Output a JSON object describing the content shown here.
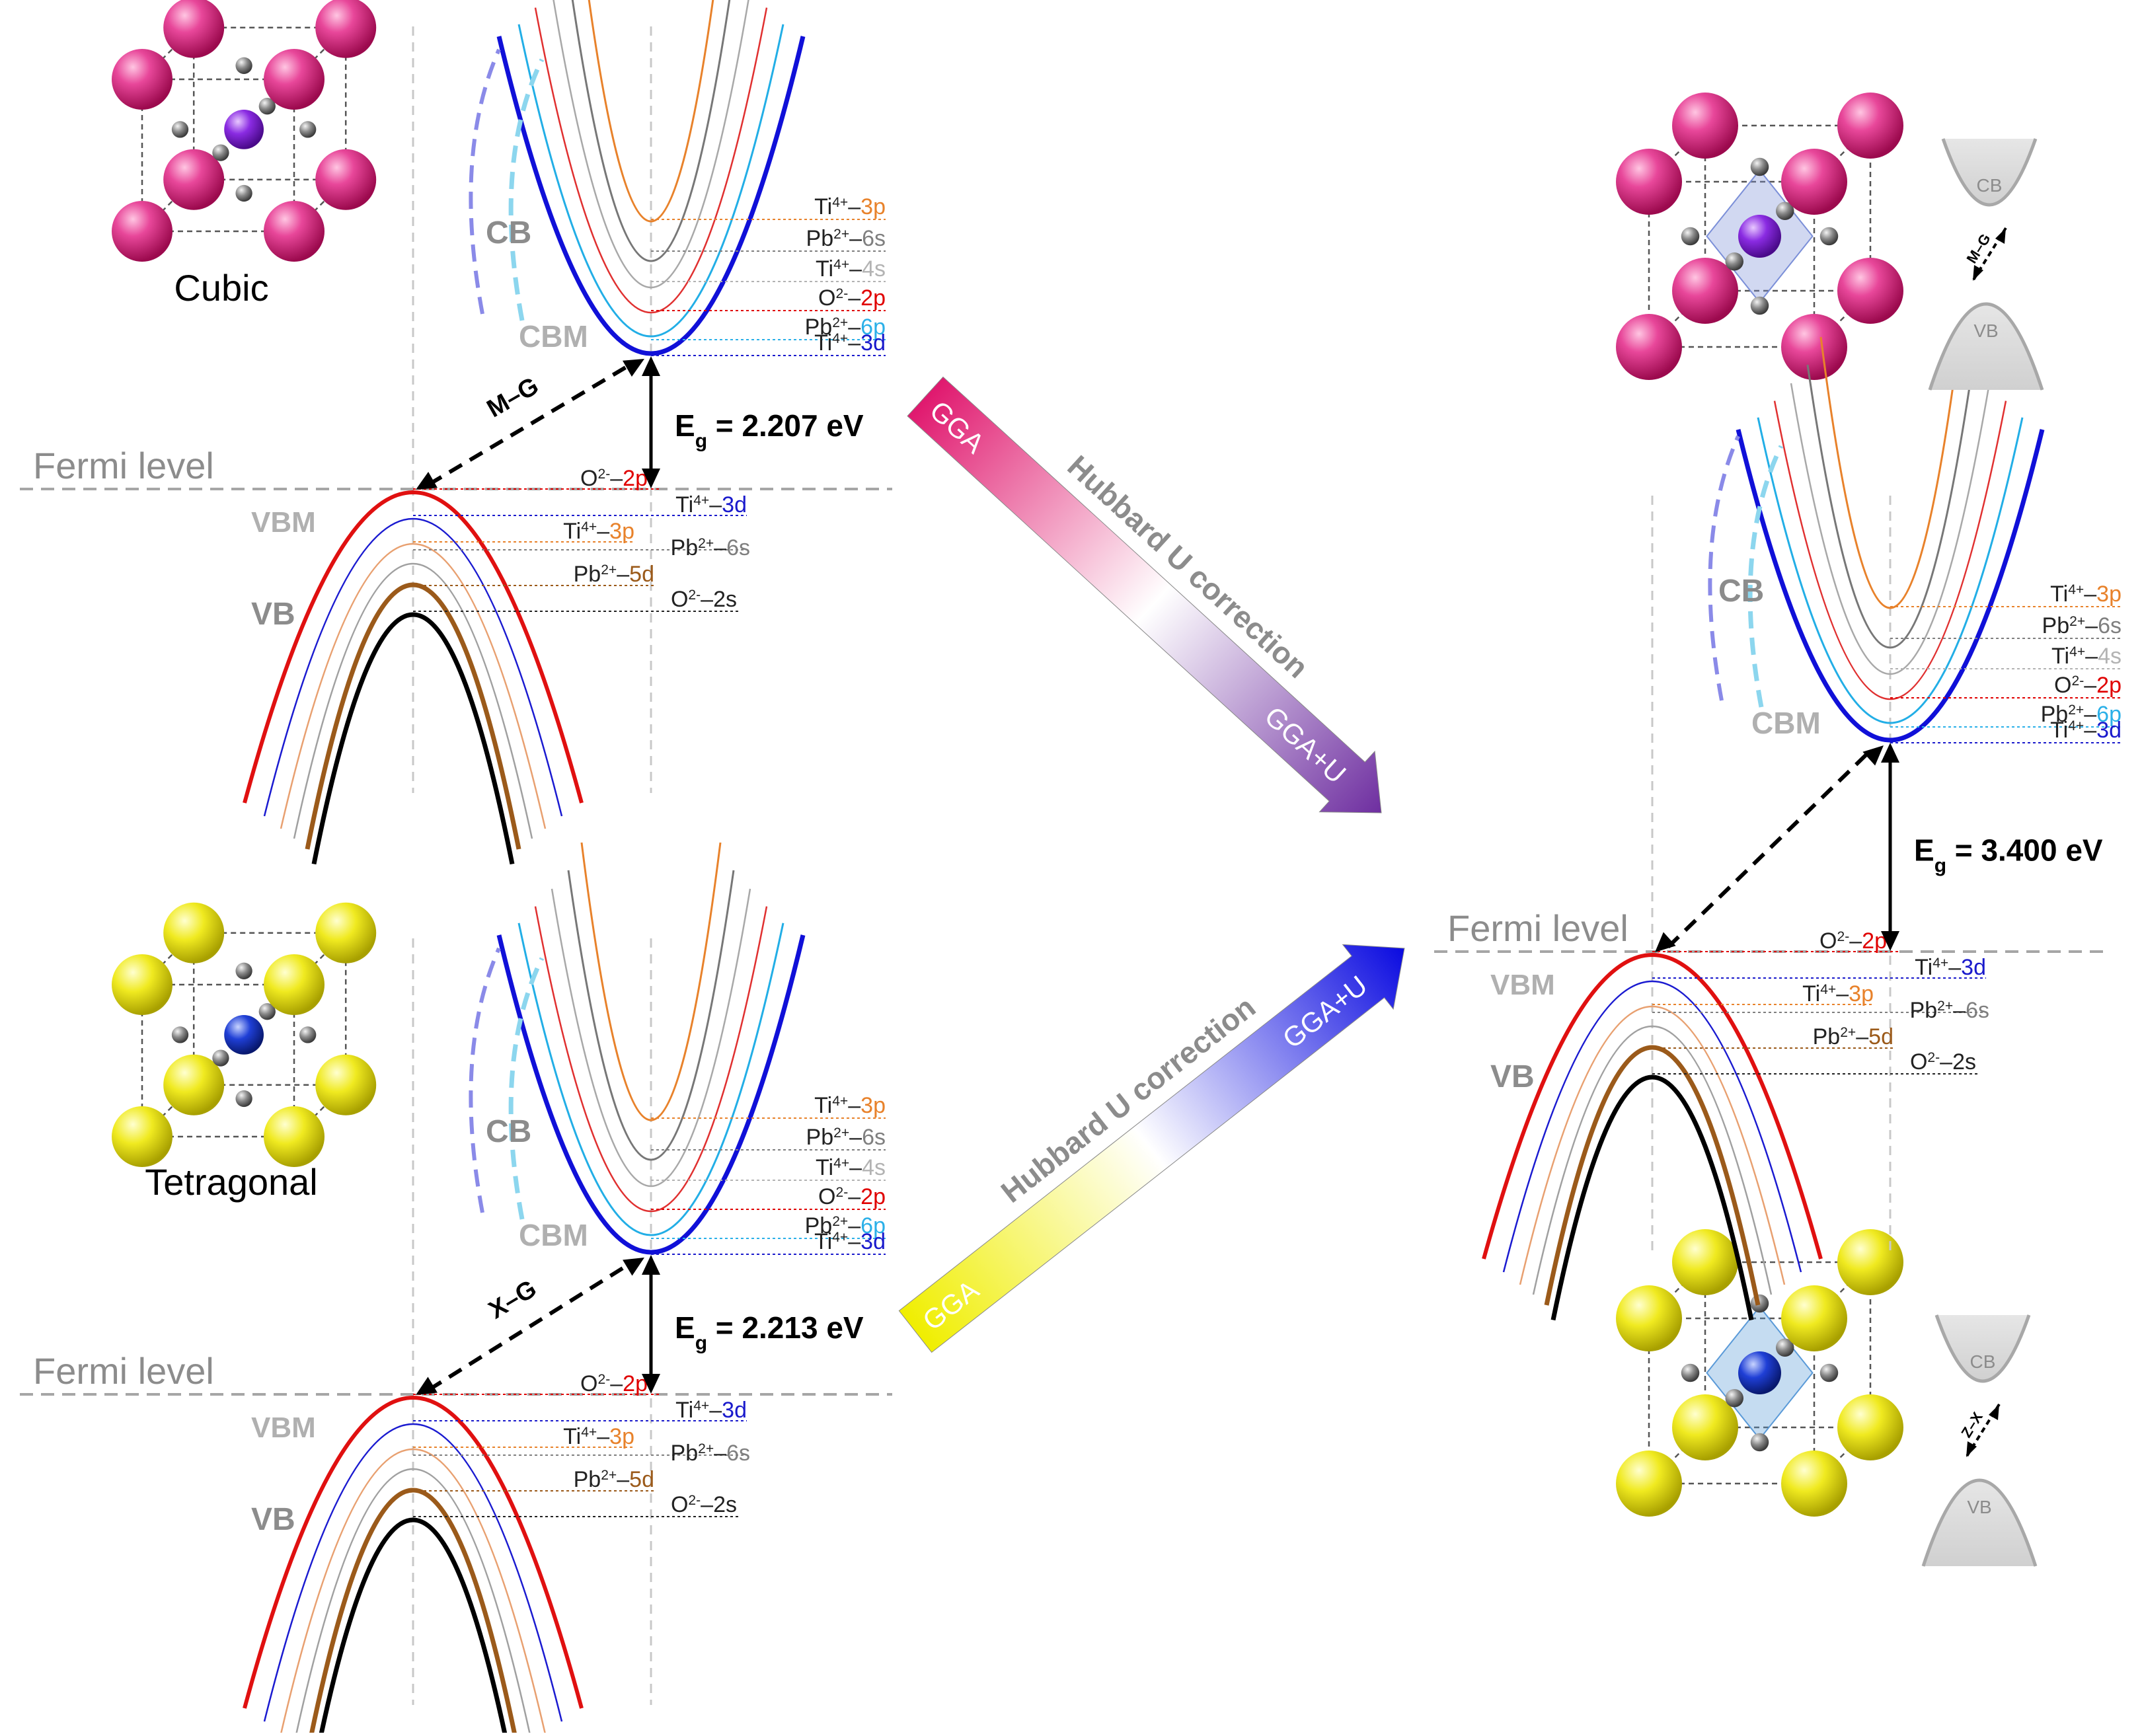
{
  "panels": [
    {
      "id": "cubic-gga",
      "structure_label": "Cubic",
      "cb_label": "CB",
      "cbm_label": "CBM",
      "vb_label": "VB",
      "vbm_label": "VBM",
      "fermi_label": "Fermi level",
      "gap_text": "= 2.207 eV",
      "transition_label": "M–G",
      "cb_levels": [
        {
          "prefix": "Ti",
          "sup": "4+",
          "dash": "–",
          "orb": "3p",
          "color": "#e8822b"
        },
        {
          "prefix": "Pb",
          "sup": "2+",
          "dash": "–",
          "orb": "6s",
          "color": "#7f7f7f"
        },
        {
          "prefix": "Ti",
          "sup": "4+",
          "dash": "–",
          "orb": "4s",
          "color": "#b3b3b3"
        },
        {
          "prefix": "O",
          "sup": "2-",
          "dash": "–",
          "orb": "2p",
          "color": "#e00000"
        },
        {
          "prefix": "Pb",
          "sup": "2+",
          "dash": "–",
          "orb": "6p",
          "color": "#2bb0e8"
        },
        {
          "prefix": "Ti",
          "sup": "4+",
          "dash": "–",
          "orb": "3d",
          "color": "#1a1acc"
        }
      ],
      "vb_levels": [
        {
          "prefix": "O",
          "sup": "2-",
          "dash": "–",
          "orb": "2p",
          "color": "#e00000"
        },
        {
          "prefix": "Ti",
          "sup": "4+",
          "dash": "–",
          "orb": "3d",
          "color": "#1a1acc"
        },
        {
          "prefix": "Ti",
          "sup": "4+",
          "dash": "–",
          "orb": "3p",
          "color": "#e8822b"
        },
        {
          "prefix": "Pb",
          "sup": "2+",
          "dash": "–",
          "orb": "6s",
          "color": "#7f7f7f"
        },
        {
          "prefix": "Pb",
          "sup": "2+",
          "dash": "–",
          "orb": "5d",
          "color": "#9b5a1a"
        },
        {
          "prefix": "O",
          "sup": "2-",
          "dash": "–",
          "orb": "2s",
          "color": "#222222"
        }
      ]
    },
    {
      "id": "tetragonal-gga",
      "structure_label": "Tetragonal",
      "cb_label": "CB",
      "cbm_label": "CBM",
      "vb_label": "VB",
      "vbm_label": "VBM",
      "fermi_label": "Fermi level",
      "gap_text": "= 2.213 eV",
      "transition_label": "X–G",
      "cb_levels": [
        {
          "prefix": "Ti",
          "sup": "4+",
          "dash": "–",
          "orb": "3p",
          "color": "#e8822b"
        },
        {
          "prefix": "Pb",
          "sup": "2+",
          "dash": "–",
          "orb": "6s",
          "color": "#7f7f7f"
        },
        {
          "prefix": "Ti",
          "sup": "4+",
          "dash": "–",
          "orb": "4s",
          "color": "#b3b3b3"
        },
        {
          "prefix": "O",
          "sup": "2-",
          "dash": "–",
          "orb": "2p",
          "color": "#e00000"
        },
        {
          "prefix": "Pb",
          "sup": "2+",
          "dash": "–",
          "orb": "6p",
          "color": "#2bb0e8"
        },
        {
          "prefix": "Ti",
          "sup": "4+",
          "dash": "–",
          "orb": "3d",
          "color": "#1a1acc"
        }
      ],
      "vb_levels": [
        {
          "prefix": "O",
          "sup": "2-",
          "dash": "–",
          "orb": "2p",
          "color": "#e00000"
        },
        {
          "prefix": "Ti",
          "sup": "4+",
          "dash": "–",
          "orb": "3d",
          "color": "#1a1acc"
        },
        {
          "prefix": "Ti",
          "sup": "4+",
          "dash": "–",
          "orb": "3p",
          "color": "#e8822b"
        },
        {
          "prefix": "Pb",
          "sup": "2+",
          "dash": "–",
          "orb": "6s",
          "color": "#7f7f7f"
        },
        {
          "prefix": "Pb",
          "sup": "2+",
          "dash": "–",
          "orb": "5d",
          "color": "#9b5a1a"
        },
        {
          "prefix": "O",
          "sup": "2-",
          "dash": "–",
          "orb": "2s",
          "color": "#222222"
        }
      ]
    },
    {
      "id": "gga-plus-u",
      "structure_label": "",
      "cb_label": "CB",
      "cbm_label": "CBM",
      "vb_label": "VB",
      "vbm_label": "VBM",
      "fermi_label": "Fermi level",
      "gap_text": "= 3.400 eV",
      "transition_label": "",
      "cb_levels": [
        {
          "prefix": "Ti",
          "sup": "4+",
          "dash": "–",
          "orb": "3p",
          "color": "#e8822b"
        },
        {
          "prefix": "Pb",
          "sup": "2+",
          "dash": "–",
          "orb": "6s",
          "color": "#7f7f7f"
        },
        {
          "prefix": "Ti",
          "sup": "4+",
          "dash": "–",
          "orb": "4s",
          "color": "#b3b3b3"
        },
        {
          "prefix": "O",
          "sup": "2-",
          "dash": "–",
          "orb": "2p",
          "color": "#e00000"
        },
        {
          "prefix": "Pb",
          "sup": "2+",
          "dash": "–",
          "orb": "6p",
          "color": "#2bb0e8"
        },
        {
          "prefix": "Ti",
          "sup": "4+",
          "dash": "–",
          "orb": "3d",
          "color": "#1a1acc"
        }
      ],
      "vb_levels": [
        {
          "prefix": "O",
          "sup": "2-",
          "dash": "–",
          "orb": "2p",
          "color": "#e00000"
        },
        {
          "prefix": "Ti",
          "sup": "4+",
          "dash": "–",
          "orb": "3d",
          "color": "#1a1acc"
        },
        {
          "prefix": "Ti",
          "sup": "4+",
          "dash": "–",
          "orb": "3p",
          "color": "#e8822b"
        },
        {
          "prefix": "Pb",
          "sup": "2+",
          "dash": "–",
          "orb": "6s",
          "color": "#7f7f7f"
        },
        {
          "prefix": "Pb",
          "sup": "2+",
          "dash": "–",
          "orb": "5d",
          "color": "#9b5a1a"
        },
        {
          "prefix": "O",
          "sup": "2-",
          "dash": "–",
          "orb": "2s",
          "color": "#222222"
        }
      ]
    }
  ],
  "gap_symbol": "E",
  "gap_subscript": "g",
  "arrows": {
    "top_start": "GGA",
    "top_end": "GGA+U",
    "top_label": "Hubbard U correction",
    "bottom_start": "GGA",
    "bottom_end": "GGA+U",
    "bottom_label": "Hubbard U correction"
  },
  "insets": {
    "cubic": {
      "cb": "CB",
      "vb": "VB",
      "transition": "M–G"
    },
    "tetragonal": {
      "cb": "CB",
      "vb": "VB",
      "transition": "Z–X"
    }
  },
  "colors": {
    "pb_cubic": "#d81b78",
    "pb_tetragonal": "#e8e010",
    "ti_cubic": "#8a2be2",
    "ti_tetragonal": "#1f3fd6",
    "oxygen": "#808080",
    "arrow_cubic": "#d81b78",
    "arrow_tetragonal": "#f0ee00",
    "arrow_top_end": "#7a3fa8",
    "arrow_bottom_end": "#1010e0"
  }
}
